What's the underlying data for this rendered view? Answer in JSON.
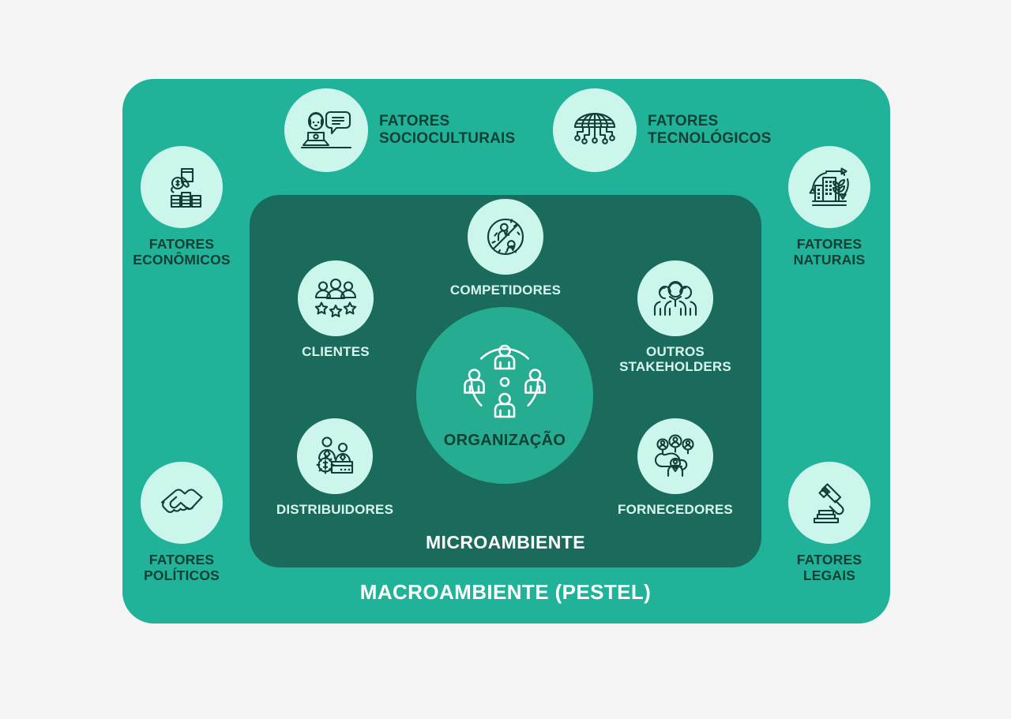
{
  "colors": {
    "page_background": "#f5f5f5",
    "macro_background": "#21b29a",
    "micro_background": "#1b6b5d",
    "center_circle": "#25ac91",
    "icon_bubble": "#ccf5ec",
    "outer_label_text": "#103f34",
    "inner_label_text": "#d7f7ef",
    "icon_stroke": "#113f36"
  },
  "macro": {
    "label": "MACROAMBIENTE (PESTEL)",
    "factors": [
      {
        "id": "economicos",
        "label": "FATORES\nECONÔMICOS",
        "icon": "hand-coins-icon"
      },
      {
        "id": "socioculturais",
        "label": "FATORES\nSOCIOCULTURAIS",
        "icon": "person-laptop-chat-icon"
      },
      {
        "id": "tecnologicos",
        "label": "FATORES\nTECNOLÓGICOS",
        "icon": "globe-circuit-icon"
      },
      {
        "id": "naturais",
        "label": "FATORES\nNATURAIS",
        "icon": "building-leaf-recycle-icon"
      },
      {
        "id": "politicos",
        "label": "FATORES\nPOLÍTICOS",
        "icon": "handshake-icon"
      },
      {
        "id": "legais",
        "label": "FATORES\nLEGAIS",
        "icon": "gavel-icon"
      }
    ]
  },
  "micro": {
    "label": "MICROAMBIENTE",
    "actors": [
      {
        "id": "competidores",
        "label": "COMPETIDORES",
        "icon": "competitors-blocked-icon"
      },
      {
        "id": "clientes",
        "label": "CLIENTES",
        "icon": "people-stars-icon"
      },
      {
        "id": "outros-stakeholders",
        "label": "OUTROS\nSTAKEHOLDERS",
        "icon": "three-people-icon"
      },
      {
        "id": "distribuidores",
        "label": "DISTRIBUIDORES",
        "icon": "sales-counter-gear-icon"
      },
      {
        "id": "fornecedores",
        "label": "FORNECEDORES",
        "icon": "cloud-people-icon"
      }
    ]
  },
  "center": {
    "label": "ORGANIZAÇÃO",
    "icon": "team-network-icon"
  }
}
